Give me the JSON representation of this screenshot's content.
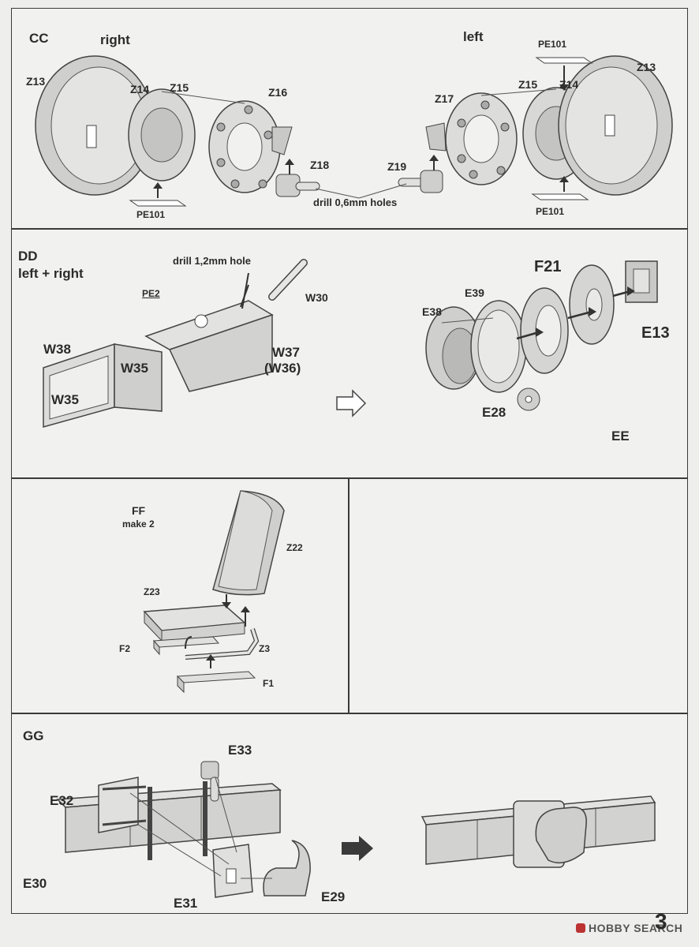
{
  "steps": {
    "cc": {
      "id": "CC",
      "right": "right",
      "left": "left",
      "parts": [
        "Z13",
        "Z14",
        "Z15",
        "Z16",
        "Z17",
        "Z18",
        "Z19",
        "PE101"
      ],
      "note": "drill 0,6mm holes"
    },
    "dd": {
      "id": "DD",
      "subtitle": "left + right",
      "parts": [
        "W38",
        "W35",
        "W37",
        "(W36)",
        "W30",
        "PE2"
      ],
      "note": "drill 1,2mm hole"
    },
    "ee": {
      "id": "EE",
      "parts": [
        "E38",
        "E39",
        "F21",
        "E13",
        "E28"
      ]
    },
    "ff": {
      "id": "FF",
      "subtitle": "make 2",
      "parts": [
        "Z22",
        "Z23",
        "F2",
        "Z3",
        "F1"
      ]
    },
    "gg": {
      "id": "GG",
      "parts": [
        "E33",
        "E32",
        "E30",
        "E31",
        "E29"
      ]
    }
  },
  "page_number": "3",
  "watermark": "HOBBY SEARCH",
  "colors": {
    "border": "#3a3a3a",
    "part_fill": "#cfcfcd",
    "paper": "#f1f1ef"
  }
}
